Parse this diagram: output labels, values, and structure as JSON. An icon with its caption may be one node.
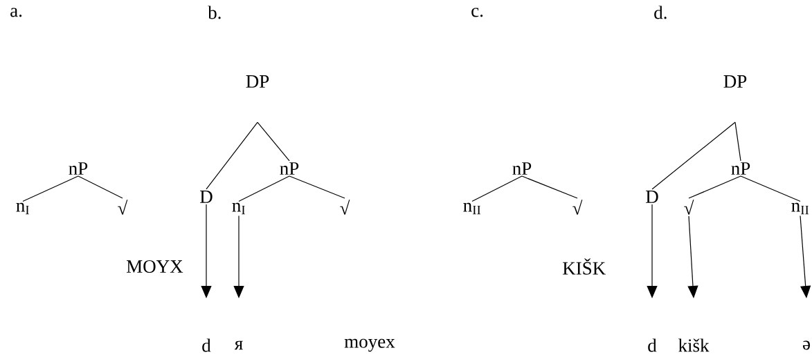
{
  "diagram": {
    "nodes": [
      {
        "text": [
          "nP"
        ]
      },
      {
        "text": [
          "n$_{I}$"
        ]
      },
      {
        "text": [
          "√"
        ]
      },
      {
        "text": [
          "DP"
        ]
      },
      {
        "text": [
          "D"
        ]
      },
      {
        "text": [
          "nP"
        ]
      },
      {
        "text": [
          "n$_{I}$"
        ]
      },
      {
        "text": [
          "√"
        ]
      },
      {
        "text": [
          "d"
        ]
      },
      {
        "text": [
          "я"
        ]
      },
      {
        "text": [
          "nP"
        ]
      },
      {
        "text": [
          "n$_{II}$"
        ]
      },
      {
        "text": [
          "√"
        ]
      },
      {
        "text": [
          "DP"
        ]
      },
      {
        "text": [
          "D"
        ]
      },
      {
        "text": [
          "nP"
        ]
      },
      {
        "text": [
          "√"
        ]
      },
      {
        "text": [
          "n$_{II}$"
        ]
      },
      {
        "text": [
          "d"
        ]
      },
      {
        "text": [
          "kišk"
        ]
      },
      {
        "text": [
          "ə"
        ]
      }
    ],
    "edges": [
      {
        "from": 0,
        "to": 1,
        "arrow": "none"
      },
      {
        "from": 0,
        "to": 2,
        "arrow": "none"
      },
      {
        "from": 3,
        "to": 4,
        "arrow": "none"
      },
      {
        "from": 3,
        "to": 5,
        "arrow": "none"
      },
      {
        "from": 5,
        "to": 6,
        "arrow": "none"
      },
      {
        "from": 5,
        "to": 7,
        "arrow": "none"
      },
      {
        "from": 4,
        "to": 8,
        "arrow": "to"
      },
      {
        "from": 6,
        "to": 9,
        "arrow": "to"
      },
      {
        "from": 10,
        "to": 11,
        "arrow": "none"
      },
      {
        "from": 10,
        "to": 12,
        "arrow": "none"
      },
      {
        "from": 13,
        "to": 14,
        "arrow": "none"
      },
      {
        "from": 13,
        "to": 15,
        "arrow": "none"
      },
      {
        "from": 15,
        "to": 16,
        "arrow": "none"
      },
      {
        "from": 15,
        "to": 17,
        "arrow": "none"
      },
      {
        "from": 14,
        "to": 18,
        "arrow": "to"
      },
      {
        "from": 16,
        "to": 19,
        "arrow": "to"
      },
      {
        "from": 17,
        "to": 20,
        "arrow": "to"
      }
    ],
    "labels": [
      "a.",
      "b.",
      "c.",
      "d.",
      "MOYX",
      "KIŠK",
      "moyex"
    ]
  }
}
